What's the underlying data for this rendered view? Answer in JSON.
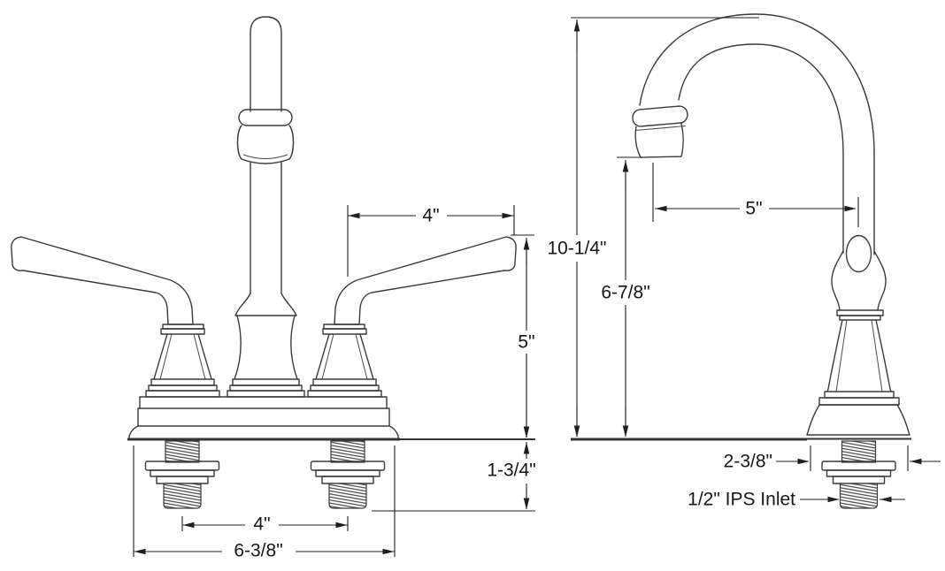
{
  "drawing": {
    "title": "faucet-dimension-drawing",
    "colors": {
      "line": "#3a3a3a",
      "dimension": "#1f1f1f",
      "background": "#ffffff"
    },
    "front": {
      "handle_length": "4\"",
      "handle_height": "5\"",
      "deck_clearance": "1-3/4\"",
      "hole_centers": "4\"",
      "base_width": "6-3/8\""
    },
    "side": {
      "overall_height": "10-1/4\"",
      "spout_height": "6-7/8\"",
      "spout_reach": "5\"",
      "base_depth": "2-3/8\"",
      "inlet": "1/2\" IPS Inlet"
    }
  }
}
